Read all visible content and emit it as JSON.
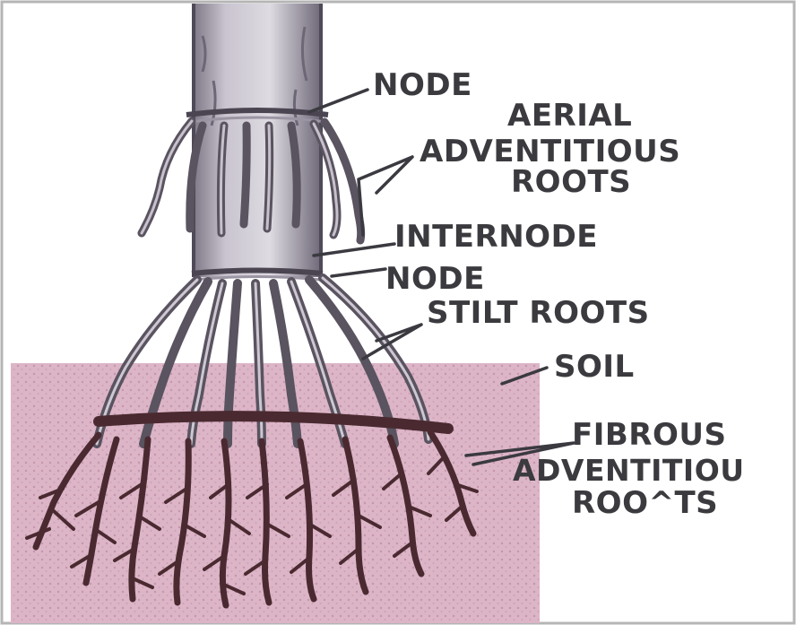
{
  "colors": {
    "border": "#b5b5b5",
    "soil": "#dcb5c7",
    "stem": "#8d8794",
    "stem_dark": "#55505c",
    "roots": "#4a2a30",
    "label": "#3b3b3f"
  },
  "labels": {
    "node_top": "NODE",
    "aerial_line1": "AERIAL",
    "aerial_line2": "ADVENTITIOUS",
    "aerial_line3": "ROOTS",
    "internode": "INTERNODE",
    "node_bottom": "NODE",
    "stilt_roots": "STILT ROOTS",
    "soil": "SOIL",
    "fibrous_line1": "FIBROUS",
    "fibrous_line2": "ADVENTITIOU",
    "fibrous_line3": "ROO^TS"
  }
}
